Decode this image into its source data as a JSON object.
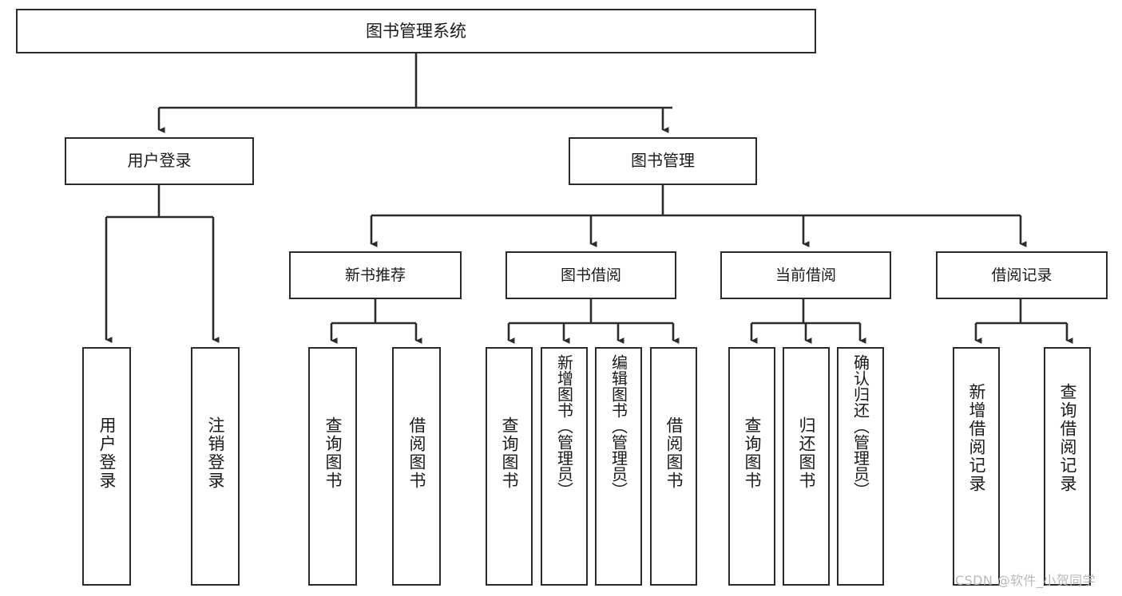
{
  "diagram": {
    "type": "hierarchy-tree",
    "title": "图书管理系统",
    "root": {
      "id": "root",
      "label": "图书管理系统"
    },
    "level1": [
      {
        "id": "user-login",
        "label": "用户登录"
      },
      {
        "id": "book-manage",
        "label": "图书管理"
      }
    ],
    "level2": [
      {
        "id": "new-book-rec",
        "label": "新书推荐",
        "parent": "book-manage"
      },
      {
        "id": "book-borrow",
        "label": "图书借阅",
        "parent": "book-manage"
      },
      {
        "id": "current-borrow",
        "label": "当前借阅",
        "parent": "book-manage"
      },
      {
        "id": "borrow-record",
        "label": "借阅记录",
        "parent": "book-manage"
      }
    ],
    "leaves": [
      {
        "id": "leaf-user-login",
        "label": "用户登录",
        "parent": "user-login"
      },
      {
        "id": "leaf-user-logout",
        "label": "注销登录",
        "parent": "user-login"
      },
      {
        "id": "leaf-query-book-1",
        "label": "查询图书",
        "parent": "new-book-rec"
      },
      {
        "id": "leaf-borrow-book-1",
        "label": "借阅图书",
        "parent": "new-book-rec"
      },
      {
        "id": "leaf-query-book-2",
        "label": "查询图书",
        "parent": "book-borrow"
      },
      {
        "id": "leaf-add-book",
        "label": "新增图书（管理员）",
        "parent": "book-borrow"
      },
      {
        "id": "leaf-edit-book",
        "label": "编辑图书（管理员）",
        "parent": "book-borrow"
      },
      {
        "id": "leaf-borrow-book-2",
        "label": "借阅图书",
        "parent": "book-borrow"
      },
      {
        "id": "leaf-query-book-3",
        "label": "查询图书",
        "parent": "current-borrow"
      },
      {
        "id": "leaf-return-book",
        "label": "归还图书",
        "parent": "current-borrow"
      },
      {
        "id": "leaf-confirm-return",
        "label": "确认归还（管理员）",
        "parent": "current-borrow"
      },
      {
        "id": "leaf-add-record",
        "label": "新增借阅记录",
        "parent": "borrow-record"
      },
      {
        "id": "leaf-query-record",
        "label": "查询借阅记录",
        "parent": "borrow-record"
      }
    ],
    "watermark": "CSDN @软件_小贺同学",
    "colors": {
      "stroke": "#2b2b2b",
      "fill": "#ffffff",
      "text": "#1a1a1a",
      "watermark": "#b9b9b9"
    }
  }
}
